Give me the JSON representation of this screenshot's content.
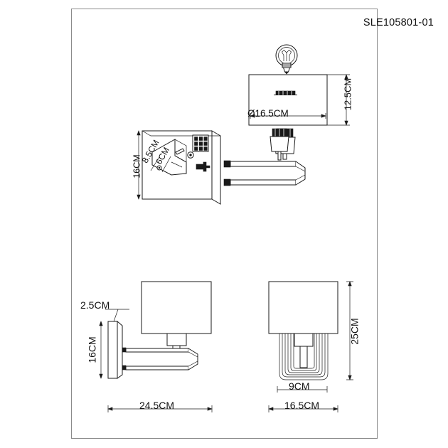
{
  "sheet": {
    "product_code": "SLE105801-01",
    "background": "#ffffff",
    "line_color": "#1a1a1a",
    "border_color": "#8a8a8a"
  },
  "views": {
    "shade_detail": {
      "name": "shade-top-view",
      "diameter_label": "Ø16.5CM",
      "height_label": "12.5CM",
      "parts": [
        "bulb",
        "socket",
        "shade-body",
        "harp-fitter"
      ]
    },
    "exploded_hardware": {
      "name": "mounting-assembly-view",
      "height_label": "16CM",
      "depth_label": "8.5CM",
      "width_label": "6CM",
      "parts": [
        "backplate",
        "bracket",
        "screw-pack",
        "socket",
        "arm-tube"
      ]
    },
    "side_view": {
      "name": "side-elevation",
      "plate_thickness_label": "2.5CM",
      "plate_height_label": "16CM",
      "projection_label": "24.5CM"
    },
    "front_view": {
      "name": "front-elevation",
      "base_width_label": "9CM",
      "shade_width_label": "16.5CM",
      "total_height_label": "25CM"
    }
  },
  "units": "CM"
}
